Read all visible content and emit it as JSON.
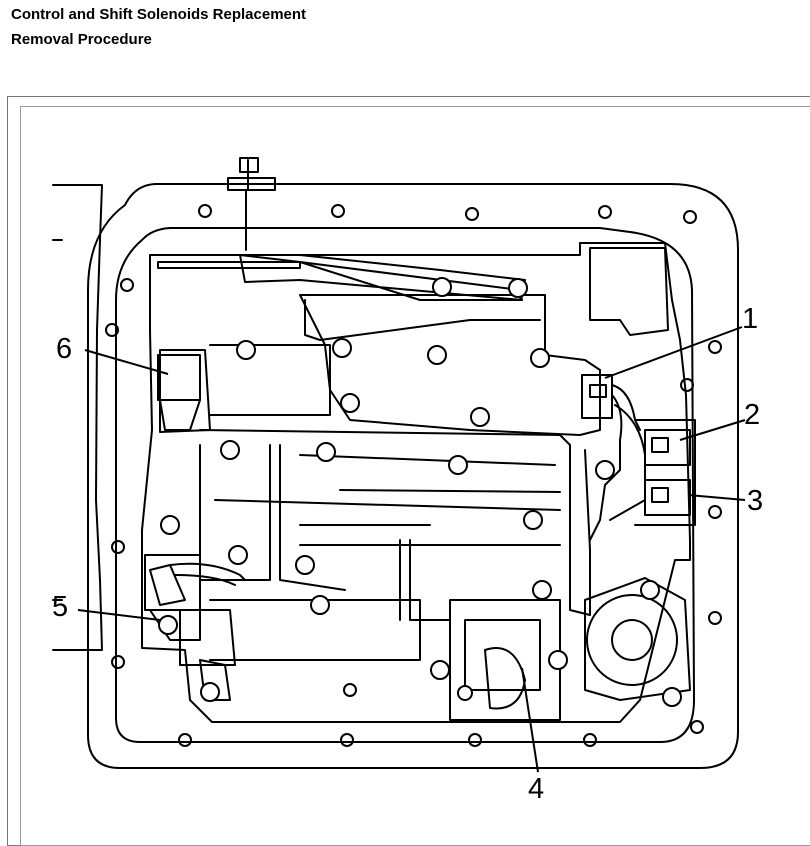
{
  "header": {
    "title": "Control and Shift Solenoids Replacement",
    "subtitle": "Removal Procedure"
  },
  "figure": {
    "callouts": [
      "1",
      "2",
      "3",
      "4",
      "5",
      "6"
    ]
  }
}
